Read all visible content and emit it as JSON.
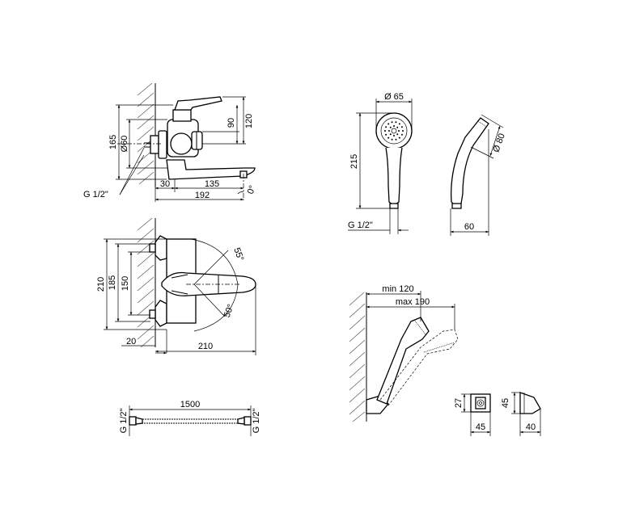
{
  "mixer_side_view": {
    "dim_height_total": "165",
    "dim_diameter": "Ø60",
    "dim_thread": "G 1/2\"",
    "dim_handle_90": "90",
    "dim_handle_120": "120",
    "dim_wall_offset": "30",
    "dim_spout_135": "135",
    "dim_length_192": "192",
    "dim_spout_angle": "0°"
  },
  "mixer_top_view": {
    "dim_210_height": "210",
    "dim_185": "185",
    "dim_150": "150",
    "dim_offset_20": "20",
    "dim_length_210": "210",
    "dim_angle_55": "55°",
    "dim_angle_50": "50°"
  },
  "hose": {
    "dim_length": "1500",
    "dim_thread_left": "G 1/2\"",
    "dim_thread_right": "G 1/2\""
  },
  "hand_shower": {
    "dim_head_diameter": "Ø 65",
    "dim_length": "215",
    "dim_thread": "G 1/2\"",
    "dim_side_diameter": "Ø 80",
    "dim_depth": "60"
  },
  "wall_holder": {
    "dim_min": "min 120",
    "dim_max": "max 190",
    "dim_front_height": "27",
    "dim_front_width": "45",
    "dim_side_height": "45",
    "dim_side_depth": "40"
  }
}
